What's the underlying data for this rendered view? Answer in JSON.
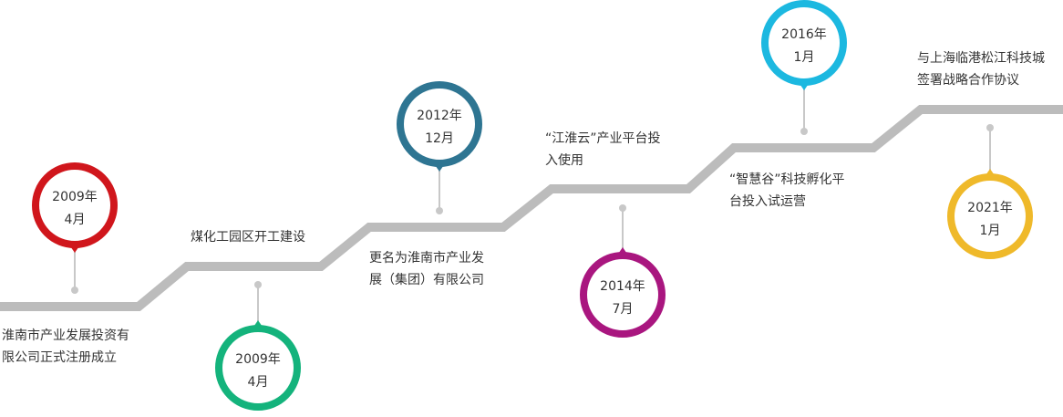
{
  "milestones": [
    {
      "date_line1": "2009年",
      "date_line2": "4月",
      "description": [
        "淮南市产业发展投资有",
        "限公司正式注册成立"
      ],
      "color": "#d0161c",
      "position": "above"
    },
    {
      "date_line1": "2009年",
      "date_line2": "4月",
      "description": [
        "煤化工园区开工建设"
      ],
      "color": "#14b37c",
      "position": "below"
    },
    {
      "date_line1": "2012年",
      "date_line2": "12月",
      "description": [
        "更名为淮南市产业发",
        "展（集团）有限公司"
      ],
      "color": "#2e7592",
      "position": "above"
    },
    {
      "date_line1": "2014年",
      "date_line2": "7月",
      "description": [
        "“江淮云”产业平台投",
        "入使用"
      ],
      "color": "#a9167f",
      "position": "below"
    },
    {
      "date_line1": "2016年",
      "date_line2": "1月",
      "description": [
        "“智慧谷”科技孵化平",
        "台投入试运营"
      ],
      "color": "#1cb8e0",
      "position": "above"
    },
    {
      "date_line1": "2021年",
      "date_line2": "1月",
      "description": [
        "与上海临港松江科技城",
        "签署战略合作协议"
      ],
      "color": "#efb92a",
      "position": "below"
    }
  ],
  "colors": {
    "path": "#bcbcbc",
    "stem": "#c8c8c8",
    "text": "#333333"
  }
}
